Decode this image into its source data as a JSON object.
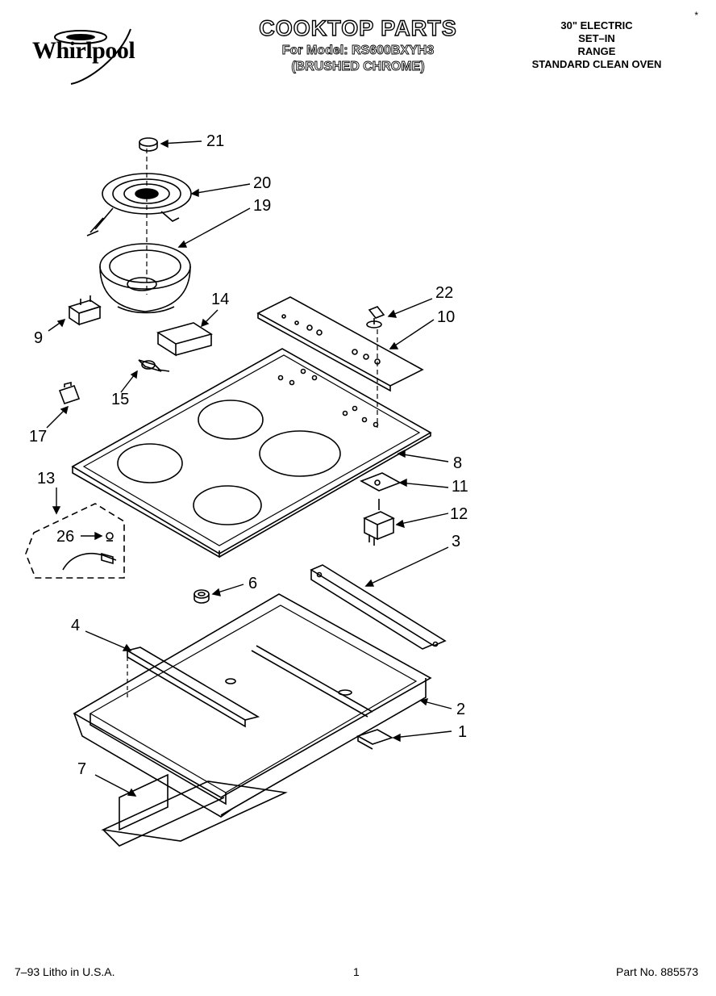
{
  "header": {
    "title": "COOKTOP PARTS",
    "model_line": "For Model: RS600BXYH3",
    "finish": "(BRUSHED CHROME)",
    "spec_lines": [
      "30\" ELECTRIC",
      "SET–IN",
      "RANGE",
      "STANDARD CLEAN OVEN"
    ],
    "brand": "Whirlpool",
    "corner_mark": "*"
  },
  "callouts": [
    {
      "id": "21",
      "label": "21"
    },
    {
      "id": "20",
      "label": "20"
    },
    {
      "id": "19",
      "label": "19"
    },
    {
      "id": "22",
      "label": "22"
    },
    {
      "id": "10",
      "label": "10"
    },
    {
      "id": "14",
      "label": "14"
    },
    {
      "id": "9",
      "label": "9"
    },
    {
      "id": "15",
      "label": "15"
    },
    {
      "id": "17",
      "label": "17"
    },
    {
      "id": "8",
      "label": "8"
    },
    {
      "id": "11",
      "label": "11"
    },
    {
      "id": "13",
      "label": "13"
    },
    {
      "id": "12",
      "label": "12"
    },
    {
      "id": "26",
      "label": "26"
    },
    {
      "id": "3",
      "label": "3"
    },
    {
      "id": "6",
      "label": "6"
    },
    {
      "id": "4",
      "label": "4"
    },
    {
      "id": "2",
      "label": "2"
    },
    {
      "id": "1",
      "label": "1"
    },
    {
      "id": "7",
      "label": "7"
    }
  ],
  "footer": {
    "litho": "7–93 Litho in U.S.A.",
    "page": "1",
    "part_no": "Part No. 885573"
  }
}
